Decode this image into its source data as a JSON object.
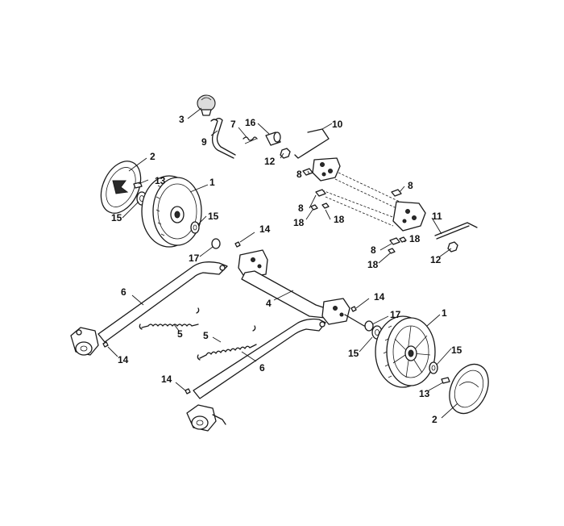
{
  "callouts": [
    {
      "id": "c1a",
      "label": "1"
    },
    {
      "id": "c1b",
      "label": "1"
    },
    {
      "id": "c2a",
      "label": "2"
    },
    {
      "id": "c2b",
      "label": "2"
    },
    {
      "id": "c3",
      "label": "3"
    },
    {
      "id": "c4",
      "label": "4"
    },
    {
      "id": "c5a",
      "label": "5"
    },
    {
      "id": "c5b",
      "label": "5"
    },
    {
      "id": "c6a",
      "label": "6"
    },
    {
      "id": "c6b",
      "label": "6"
    },
    {
      "id": "c7",
      "label": "7"
    },
    {
      "id": "c8a",
      "label": "8"
    },
    {
      "id": "c8b",
      "label": "8"
    },
    {
      "id": "c8c",
      "label": "8"
    },
    {
      "id": "c8d",
      "label": "8"
    },
    {
      "id": "c9",
      "label": "9"
    },
    {
      "id": "c10",
      "label": "10"
    },
    {
      "id": "c11",
      "label": "11"
    },
    {
      "id": "c12a",
      "label": "12"
    },
    {
      "id": "c12b",
      "label": "12"
    },
    {
      "id": "c13a",
      "label": "13"
    },
    {
      "id": "c13b",
      "label": "13"
    },
    {
      "id": "c14a",
      "label": "14"
    },
    {
      "id": "c14b",
      "label": "14"
    },
    {
      "id": "c14c",
      "label": "14"
    },
    {
      "id": "c14d",
      "label": "14"
    },
    {
      "id": "c15a",
      "label": "15"
    },
    {
      "id": "c15b",
      "label": "15"
    },
    {
      "id": "c15c",
      "label": "15"
    },
    {
      "id": "c15d",
      "label": "15"
    },
    {
      "id": "c16",
      "label": "16"
    },
    {
      "id": "c17a",
      "label": "17"
    },
    {
      "id": "c17b",
      "label": "17"
    },
    {
      "id": "c18a",
      "label": "18"
    },
    {
      "id": "c18b",
      "label": "18"
    },
    {
      "id": "c18c",
      "label": "18"
    },
    {
      "id": "c18d",
      "label": "18"
    }
  ]
}
